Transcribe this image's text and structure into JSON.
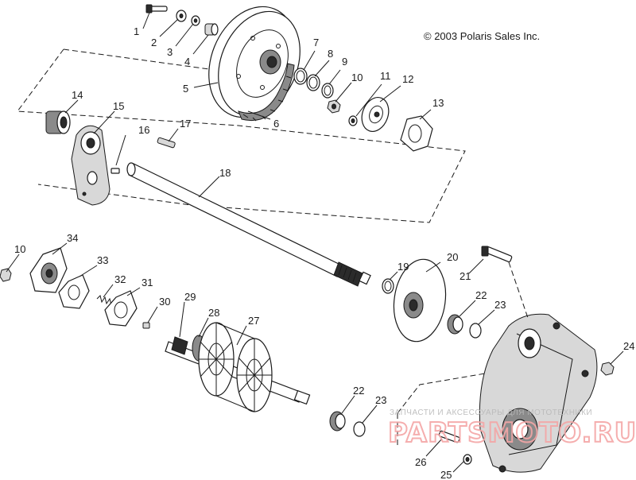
{
  "copyright": "© 2003 Polaris Sales Inc.",
  "watermark": {
    "small": "ЗАПЧАСТИ И АКСЕССУАРЫ ДЛЯ МОТОТЕХНИКИ",
    "large": "PARTSMOTO.RU"
  },
  "callouts": [
    {
      "id": "1",
      "label": "1"
    },
    {
      "id": "2",
      "label": "2"
    },
    {
      "id": "3",
      "label": "3"
    },
    {
      "id": "4",
      "label": "4"
    },
    {
      "id": "5",
      "label": "5"
    },
    {
      "id": "6",
      "label": "6"
    },
    {
      "id": "7",
      "label": "7"
    },
    {
      "id": "8",
      "label": "8"
    },
    {
      "id": "9",
      "label": "9"
    },
    {
      "id": "10a",
      "label": "10"
    },
    {
      "id": "11",
      "label": "11"
    },
    {
      "id": "12",
      "label": "12"
    },
    {
      "id": "13",
      "label": "13"
    },
    {
      "id": "14",
      "label": "14"
    },
    {
      "id": "15",
      "label": "15"
    },
    {
      "id": "16",
      "label": "16"
    },
    {
      "id": "17",
      "label": "17"
    },
    {
      "id": "18",
      "label": "18"
    },
    {
      "id": "10b",
      "label": "10"
    },
    {
      "id": "34",
      "label": "34"
    },
    {
      "id": "33",
      "label": "33"
    },
    {
      "id": "32",
      "label": "32"
    },
    {
      "id": "31",
      "label": "31"
    },
    {
      "id": "30",
      "label": "30"
    },
    {
      "id": "29",
      "label": "29"
    },
    {
      "id": "28",
      "label": "28"
    },
    {
      "id": "27",
      "label": "27"
    },
    {
      "id": "19",
      "label": "19"
    },
    {
      "id": "20",
      "label": "20"
    },
    {
      "id": "21",
      "label": "21"
    },
    {
      "id": "22a",
      "label": "22"
    },
    {
      "id": "23a",
      "label": "23"
    },
    {
      "id": "24",
      "label": "24"
    },
    {
      "id": "22b",
      "label": "22"
    },
    {
      "id": "23b",
      "label": "23"
    },
    {
      "id": "26",
      "label": "26"
    },
    {
      "id": "25",
      "label": "25"
    }
  ]
}
